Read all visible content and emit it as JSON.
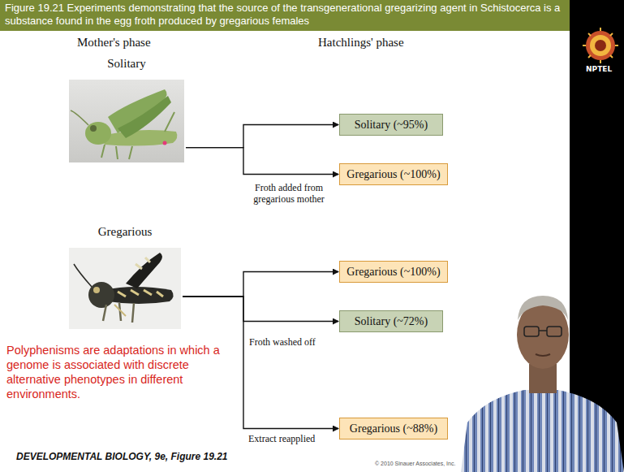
{
  "diagram": {
    "title": "Figure 19.21 Experiments demonstrating that the source of the transgenerational gregarizing agent in Schistocerca is a substance found in the egg froth produced by gregarious females",
    "nodes": [
      {
        "text": [
          "Solitary"
        ]
      },
      {
        "text": [
          "Solitary (~95%)"
        ]
      },
      {
        "text": [
          "Gregarious (~100%)"
        ]
      },
      {
        "text": [
          "Gregarious"
        ]
      },
      {
        "text": [
          "Gregarious (~100%)"
        ]
      },
      {
        "text": [
          "Solitary (~72%)"
        ]
      },
      {
        "text": [
          "Gregarious (~88%)"
        ]
      }
    ],
    "edges": [
      {
        "from": 0,
        "to": 1,
        "arrow": "to"
      },
      {
        "from": 0,
        "to": 2,
        "label": "Froth added from gregarious mother",
        "arrow": "to"
      },
      {
        "from": 3,
        "to": 4,
        "arrow": "to"
      },
      {
        "from": 3,
        "to": 5,
        "label": "Froth washed off",
        "arrow": "to"
      },
      {
        "from": 3,
        "to": 6,
        "label": "Extract reapplied",
        "arrow": "to"
      }
    ],
    "labels": [
      "Mother's phase",
      "Hatchlings' phase",
      "Polyphenisms are adaptations in which a genome is associated with discrete alternative phenotypes in different environments.",
      "DEVELOPMENTAL BIOLOGY, 9e, Figure 19.21",
      "© 2010 Sinauer Associates, Inc.",
      "NPTEL"
    ]
  }
}
